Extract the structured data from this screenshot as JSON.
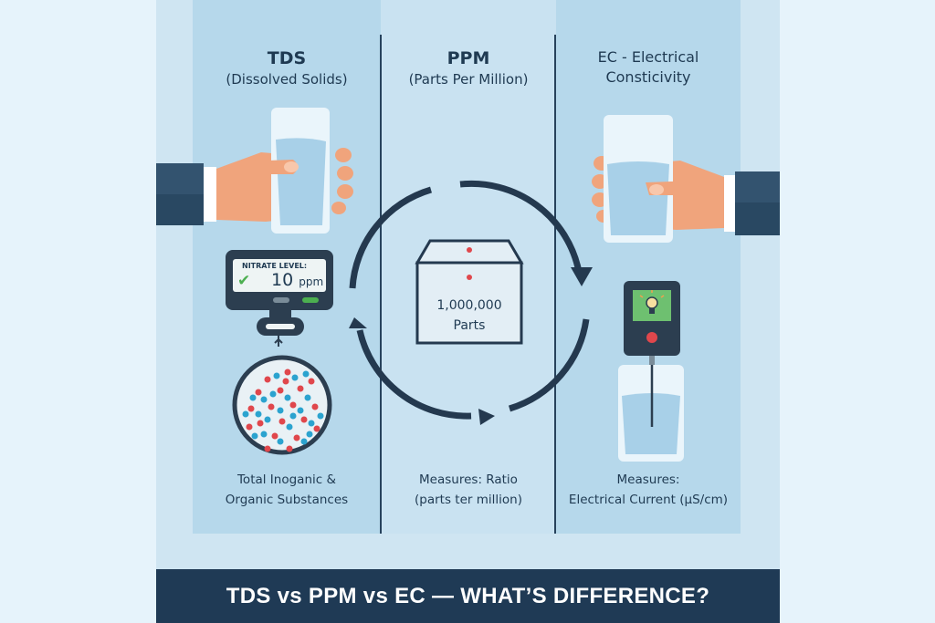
{
  "banner": {
    "title": "TDS vs PPM vs EC — WHAT’S DIFFERENCE?"
  },
  "columns": {
    "tds": {
      "title": "TDS",
      "subtitle": "(Dissolved Solids)",
      "meter": {
        "label": "NITRATE LEVEL:",
        "value": "10",
        "unit": "ppm",
        "status_icon": "check-icon"
      },
      "caption_line1": "Total Inoganic &",
      "caption_line2": "Organic Substances"
    },
    "ppm": {
      "title": "PPM",
      "subtitle": "(Parts Per Million)",
      "box_line1": "1,000,000",
      "box_line2": "Parts",
      "caption_line1": "Measures: Ratio",
      "caption_line2": "(parts ter million)"
    },
    "ec": {
      "title": "EC - Electrical",
      "subtitle": "Consticivity",
      "meter": {
        "screen_icon": "lightbulb-icon"
      },
      "caption_line1": "Measures:",
      "caption_line2": "Electrical Current (µS/cm)"
    }
  },
  "colors": {
    "navy": "#1f3a55",
    "panel": "#b6d8eb",
    "accent_red": "#e0474c",
    "accent_blue": "#2ba3cf",
    "skin": "#f0a47c",
    "check_green": "#4caf50"
  }
}
